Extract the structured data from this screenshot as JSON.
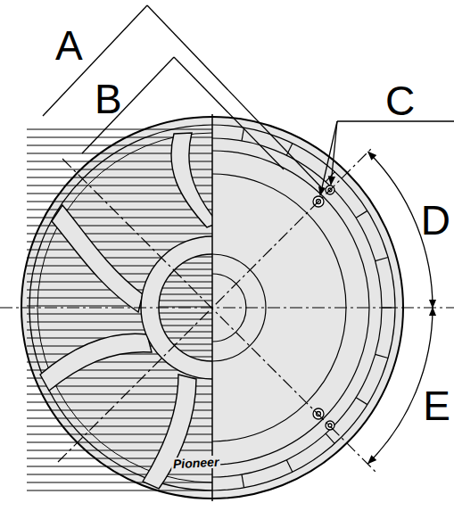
{
  "diagram": {
    "labels": [
      "A",
      "B",
      "C",
      "D",
      "E",
      "Pioneer"
    ]
  }
}
